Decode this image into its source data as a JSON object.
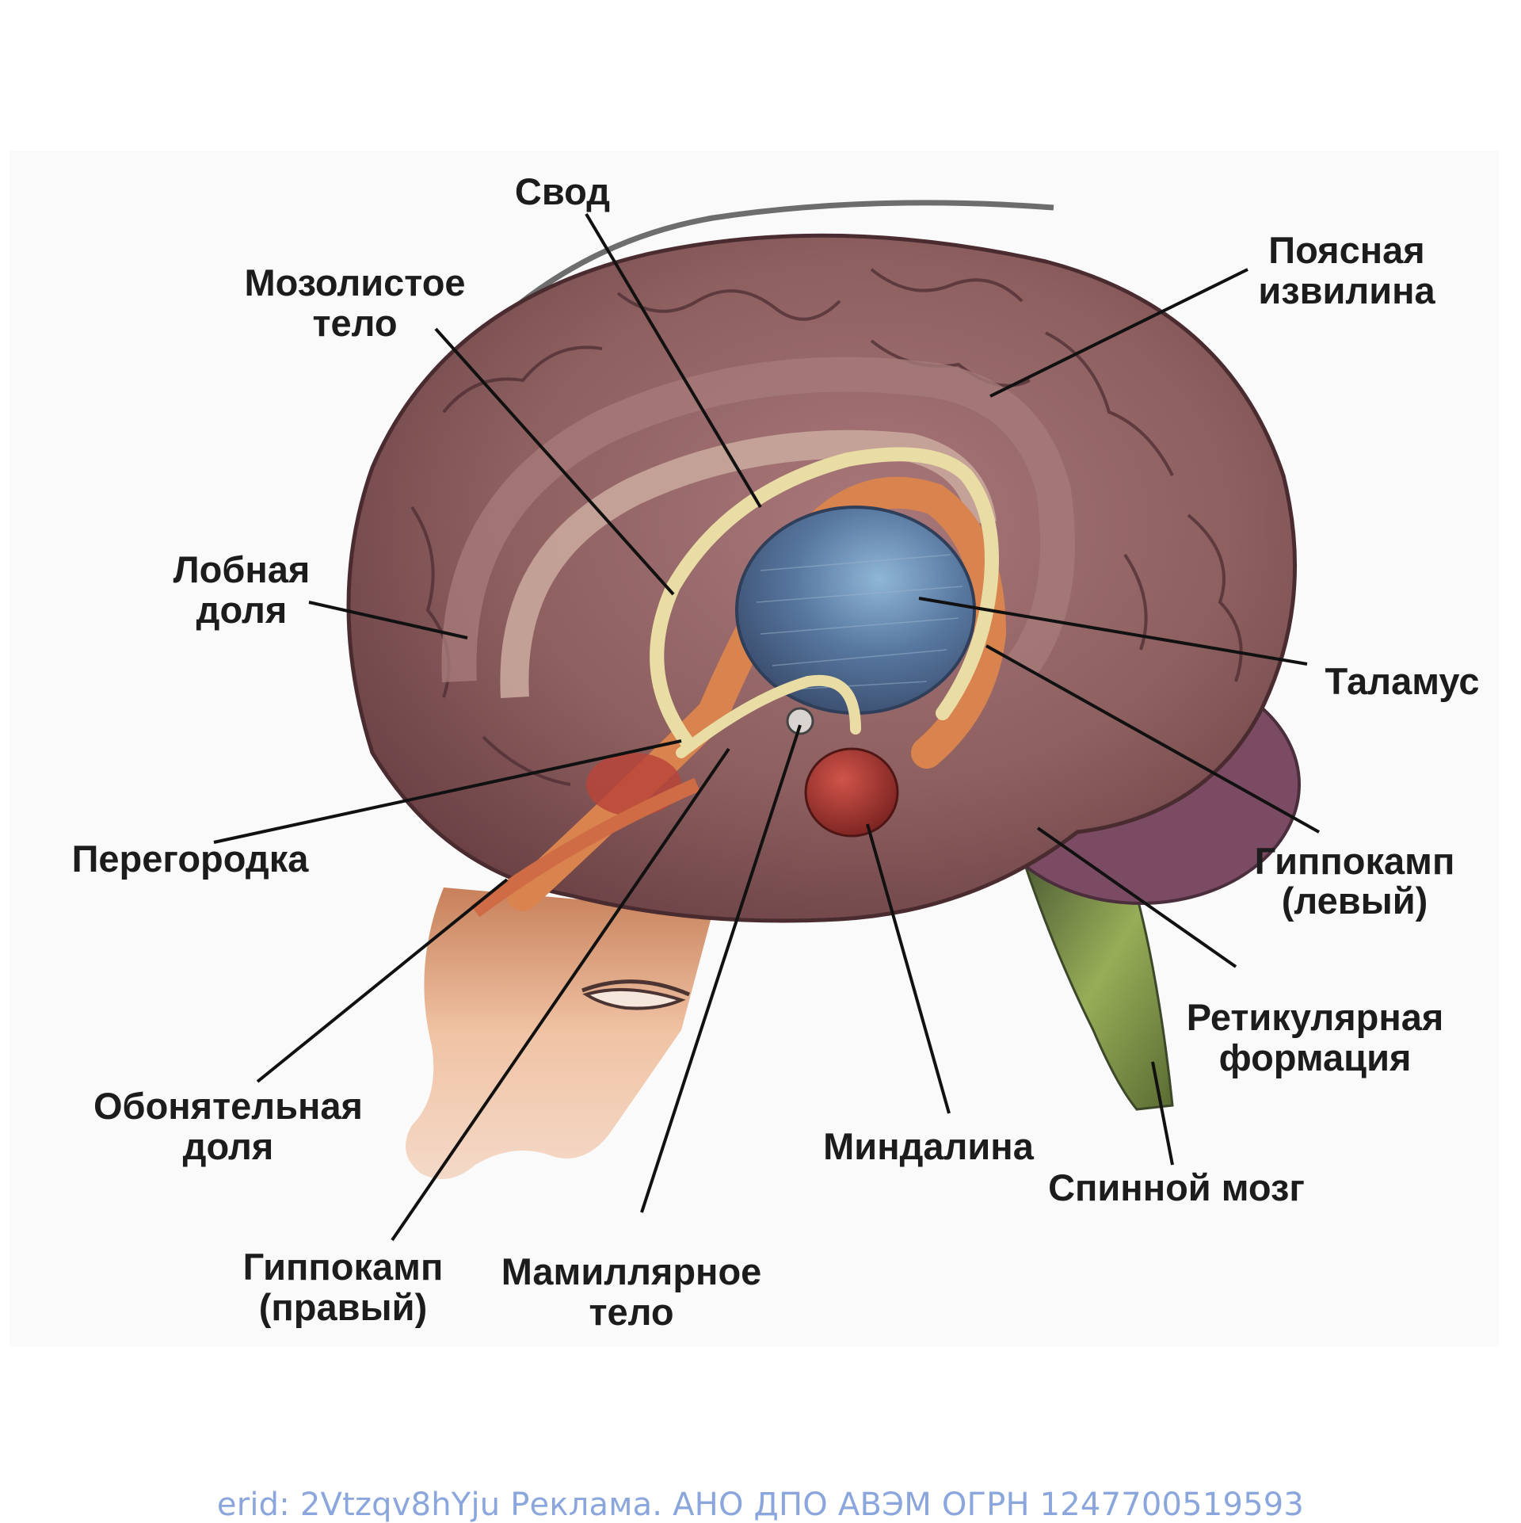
{
  "labels": {
    "svod": "Свод",
    "mozolistoe_1": "Мозолистое",
    "mozolistoe_2": "тело",
    "poyasnaya_1": "Поясная",
    "poyasnaya_2": "извилина",
    "lobnaya_1": "Лобная",
    "lobnaya_2": "доля",
    "talamus": "Таламус",
    "peregorodka": "Перегородка",
    "gippokamp_left_1": "Гиппокамп",
    "gippokamp_left_2": "(левый)",
    "retikulyarnaya_1": "Ретикулярная",
    "retikulyarnaya_2": "формация",
    "obonyatelnaya_1": "Обонятельная",
    "obonyatelnaya_2": "доля",
    "mindalina": "Миндалина",
    "spinnoy_mozg": "Спинной мозг",
    "gippokamp_right_1": "Гиппокамп",
    "gippokamp_right_2": "(правый)",
    "mamillyarnoe_1": "Мамиллярное",
    "mamillyarnoe_2": "тело"
  },
  "footer": {
    "text": "erid: 2Vtzqv8hYju Реклама. АНО ДПО АВЭМ ОГРН 1247700519593"
  },
  "colors": {
    "cortex": "#8d5f5f",
    "cortex_dark": "#5e3a3f",
    "limbic": "#d9844e",
    "fornix": "#e9dca4",
    "thalamus": "#4f6d8d",
    "amygdala": "#a3312c",
    "spinal_cord": "#7d9444",
    "face": "#e8b79a",
    "footer_text": "#8aa6dc"
  }
}
